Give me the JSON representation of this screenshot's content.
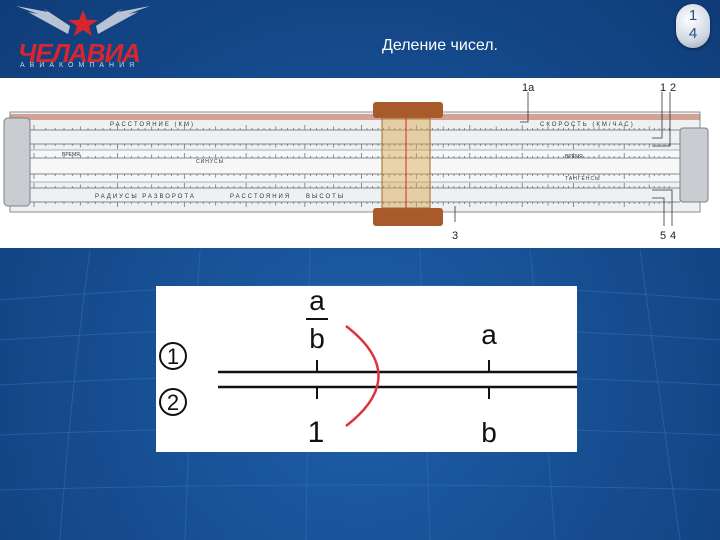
{
  "header": {
    "logo_text": "ЧЕЛАВИА",
    "logo_subtext": "АВИАКОМПАНИЯ",
    "title": "Деление чисел.",
    "page_number_line1": "1",
    "page_number_line2": "4"
  },
  "slide_rule": {
    "callouts": {
      "c1a": "1а",
      "c1": "1",
      "c2": "2",
      "c3": "3",
      "c4": "4",
      "c5": "5"
    },
    "scale_labels": {
      "distance": "РАССТОЯНИЕ (КМ)",
      "speed": "СКОРОСТЬ (КМ/ЧАС)",
      "time1": "ВРЕМЯ",
      "sines": "СИНУСЫ",
      "time2": "ВРЕМЯ",
      "tangents": "ТАНГЕНСЫ",
      "radii": "РАДИУСЫ РАЗВОРОТА",
      "distance2": "РАССТОЯНИЯ",
      "heights": "ВЫСОТЫ"
    }
  },
  "diagram": {
    "marker1": "1",
    "marker2": "2",
    "frac_num": "a",
    "frac_den": "b",
    "a": "a",
    "one": "1",
    "b": "b"
  },
  "colors": {
    "background": "#174f93",
    "accent_red": "#d8262e",
    "arc_red": "#e0333b"
  }
}
